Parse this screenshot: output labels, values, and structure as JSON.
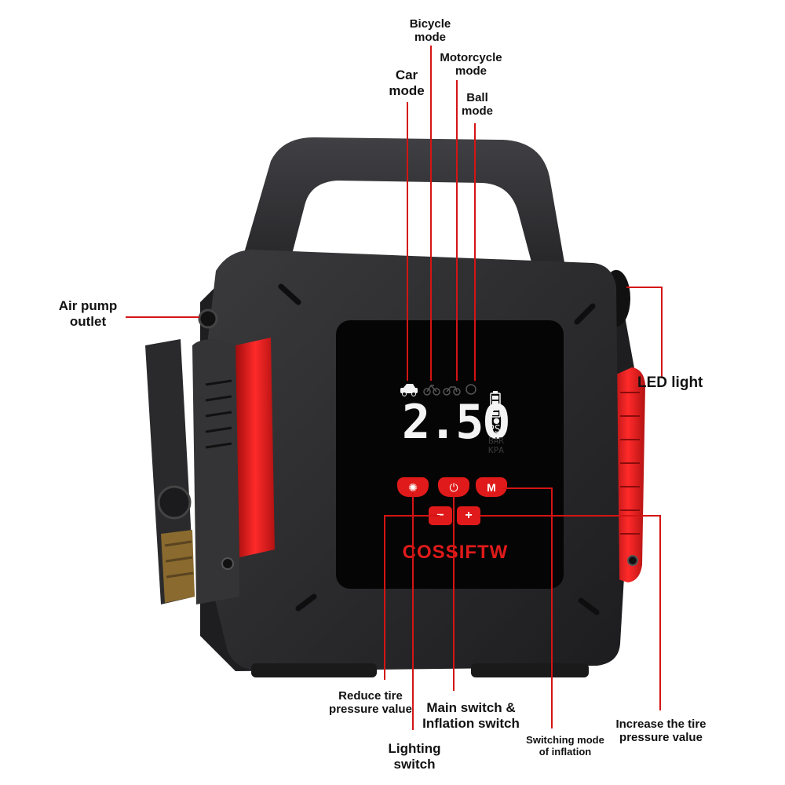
{
  "callouts": {
    "bicycle_mode": [
      "Bicycle",
      "mode"
    ],
    "motorcycle_mode": [
      "Motorcycle",
      "mode"
    ],
    "car_mode": [
      "Car",
      "mode"
    ],
    "ball_mode": [
      "Ball",
      "mode"
    ],
    "air_pump_outlet": [
      "Air pump",
      "outlet"
    ],
    "led_light": [
      "LED light"
    ],
    "reduce_tire": [
      "Reduce tire",
      "pressure value"
    ],
    "main_switch": [
      "Main switch &",
      "Inflation switch"
    ],
    "lighting_switch": [
      "Lighting",
      "switch"
    ],
    "switching_mode": [
      "Switching mode",
      "of inflation"
    ],
    "increase_tire": [
      "Increase the tire",
      "pressure value"
    ]
  },
  "display": {
    "pressure": "2.50",
    "unit_active": "PSI",
    "unit_other_1": "BAR",
    "unit_other_2": "KPA",
    "mode_icons": [
      "car-icon",
      "bicycle-icon",
      "motorcycle-icon",
      "ball-icon"
    ],
    "battery_icon": "battery-icon"
  },
  "buttons": {
    "light_icon": "light-icon",
    "power_icon": "power-icon",
    "mode_label": "M",
    "minus_label": "−",
    "plus_label": "+"
  },
  "brand": {
    "name": "COSSIFTW"
  },
  "colors": {
    "accent_red": "#e01a1a",
    "body_dark": "#2b2b2d",
    "screen_black": "#050505",
    "lcd_white": "#f4f4f4"
  }
}
